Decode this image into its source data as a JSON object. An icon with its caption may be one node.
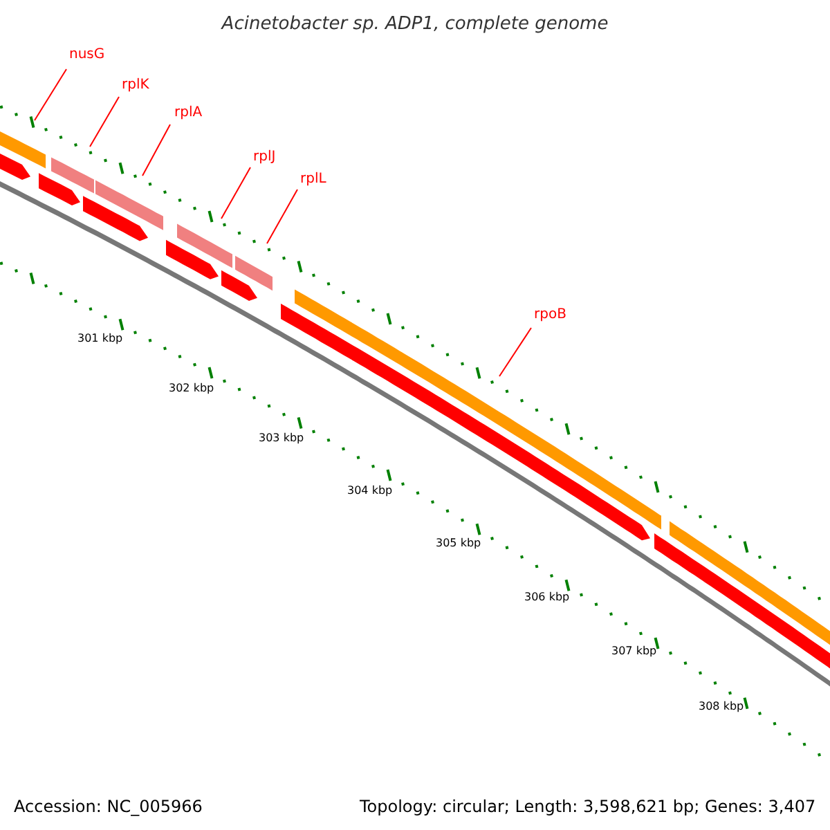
{
  "diagram": {
    "title": "Acinetobacter sp. ADP1, complete genome",
    "nodes": [
      {
        "text": [
          "nusG"
        ]
      },
      {
        "text": [
          "rplK"
        ]
      },
      {
        "text": [
          "rplA"
        ]
      },
      {
        "text": [
          "rplJ"
        ]
      },
      {
        "text": [
          "rplL"
        ]
      },
      {
        "text": [
          "rpoB"
        ]
      }
    ],
    "edges": [
      {
        "from": 0,
        "to": null,
        "arrow": "none"
      },
      {
        "from": 1,
        "to": null,
        "arrow": "none"
      },
      {
        "from": 2,
        "to": null,
        "arrow": "none"
      },
      {
        "from": 3,
        "to": null,
        "arrow": "none"
      },
      {
        "from": 4,
        "to": null,
        "arrow": "none"
      },
      {
        "from": 5,
        "to": null,
        "arrow": "none"
      }
    ],
    "labels": [
      "301 kbp",
      "302 kbp",
      "303 kbp",
      "304 kbp",
      "305 kbp",
      "306 kbp",
      "307 kbp",
      "308 kbp",
      "Accession: NC_005966",
      "Topology: circular; Length: 3,598,621 bp; Genes: 3,407"
    ]
  }
}
